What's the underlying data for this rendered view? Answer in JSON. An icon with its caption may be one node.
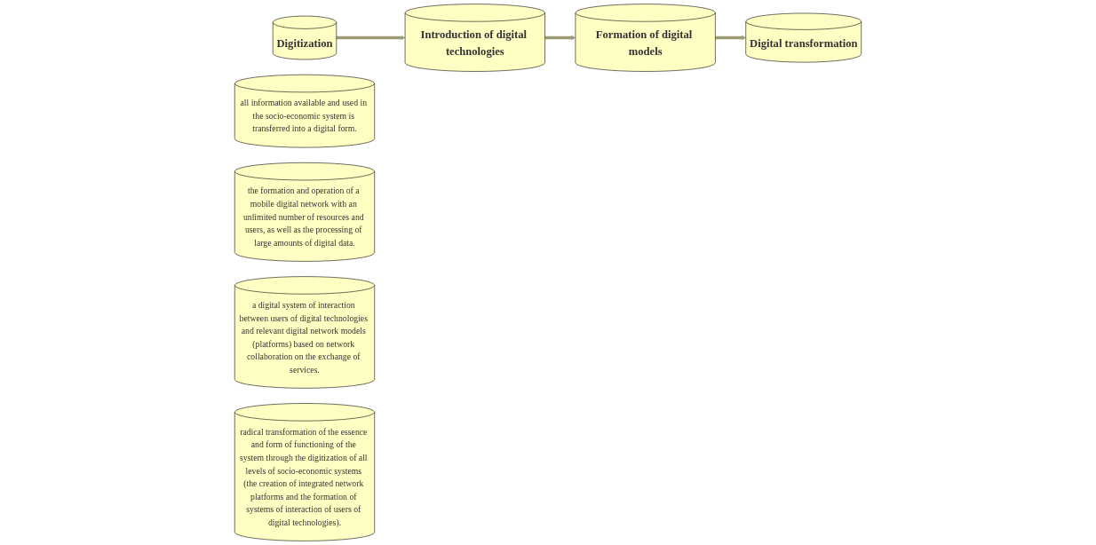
{
  "diagram": {
    "nodes": [
      {
        "text": [
          "Digitization"
        ]
      },
      {
        "text": [
          "all information available and used in the socio-economic system is transferred into a digital form."
        ]
      },
      {
        "text": [
          "Introduction of digital technologies"
        ]
      },
      {
        "text": [
          "the formation and operation of a mobile digital network with an unlimited number of resources and users, as well as the processing of large amounts of digital data."
        ]
      },
      {
        "text": [
          "Formation of digital models"
        ]
      },
      {
        "text": [
          "a digital system of interaction between users of digital technologies and relevant digital network models (platforms) based on network collaboration on the exchange of services."
        ]
      },
      {
        "text": [
          "Digital transformation"
        ]
      },
      {
        "text": [
          "radical transformation of the essence and form of functioning of the system through the digitization of all levels of socio-economic systems (the creation of integrated network platforms and the formation of systems of interaction of users of digital technologies)."
        ]
      }
    ],
    "edges": [
      {
        "from": 0,
        "to": 2,
        "arrow": "to"
      },
      {
        "from": 2,
        "to": 4,
        "arrow": "to"
      },
      {
        "from": 4,
        "to": 6,
        "arrow": "to"
      }
    ]
  }
}
